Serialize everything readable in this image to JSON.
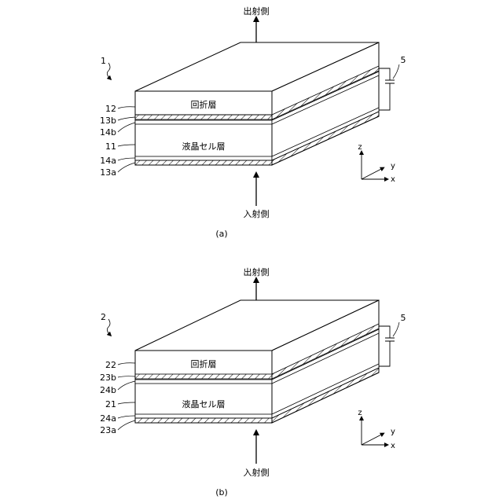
{
  "figures": [
    {
      "id": "a",
      "caption": "(a)",
      "element_number": "1",
      "output_label": "出射側",
      "input_label": "入射側",
      "source_label": "5",
      "layer_names": {
        "top": "回折層",
        "bottom": "液晶セル層"
      },
      "left_labels": [
        "12",
        "13b",
        "14b",
        "11",
        "14a",
        "13a"
      ],
      "axes": {
        "z": "z",
        "y": "y",
        "x": "x"
      }
    },
    {
      "id": "b",
      "caption": "(b)",
      "element_number": "2",
      "output_label": "出射側",
      "input_label": "入射側",
      "source_label": "5",
      "layer_names": {
        "top": "回折層",
        "bottom": "液晶セル層"
      },
      "left_labels": [
        "22",
        "23b",
        "24b",
        "21",
        "24a",
        "23a"
      ],
      "axes": {
        "z": "z",
        "y": "y",
        "x": "x"
      }
    }
  ]
}
